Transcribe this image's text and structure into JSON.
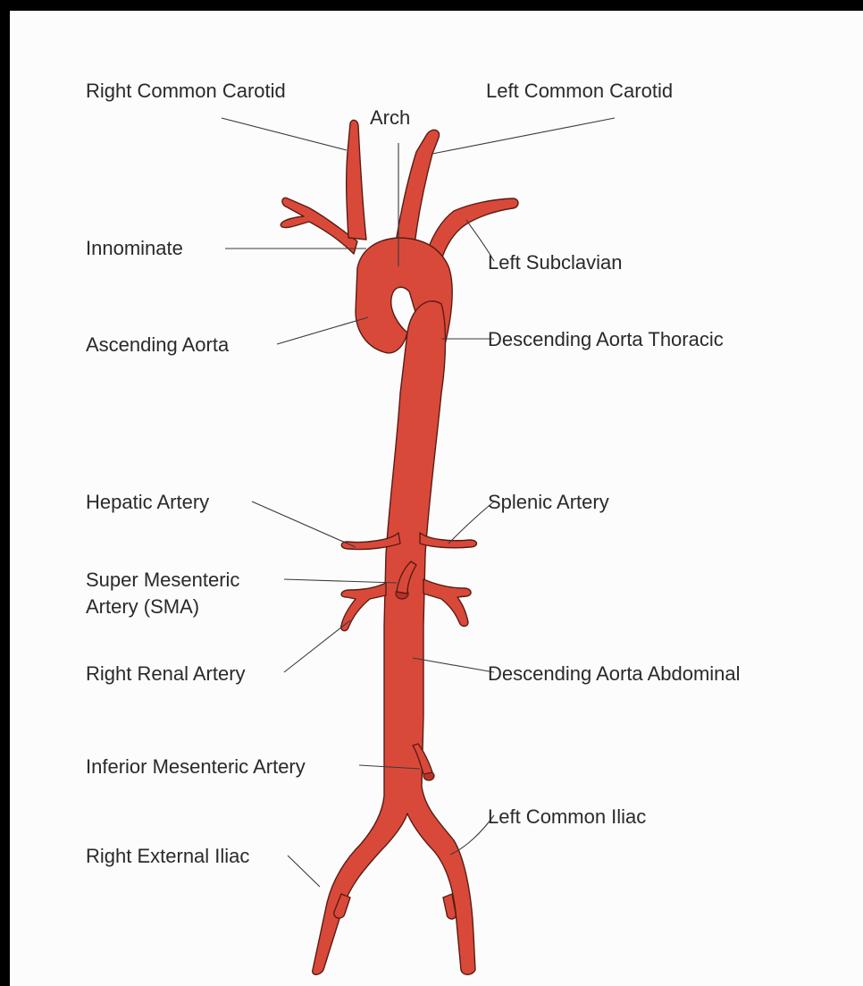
{
  "labels": {
    "right_common_carotid": "Right Common Carotid",
    "left_common_carotid": "Left Common Carotid",
    "arch": "Arch",
    "innominate": "Innominate",
    "left_subclavian": "Left Subclavian",
    "ascending_aorta": "Ascending Aorta",
    "descending_aorta_thoracic": "Descending Aorta Thoracic",
    "hepatic_artery": "Hepatic Artery",
    "splenic_artery": "Splenic Artery",
    "sma_line1": "Super Mesenteric",
    "sma_line2": "Artery (SMA)",
    "right_renal_artery": "Right Renal Artery",
    "descending_aorta_abdominal": "Descending Aorta Abdominal",
    "inferior_mesenteric_artery": "Inferior Mesenteric Artery",
    "left_common_iliac": "Left Common Iliac",
    "right_external_iliac": "Right External Iliac"
  },
  "colors": {
    "vessel": "#d9493a",
    "outline": "#5a1c14",
    "background": "#fcfcfc",
    "frame": "#000000"
  }
}
